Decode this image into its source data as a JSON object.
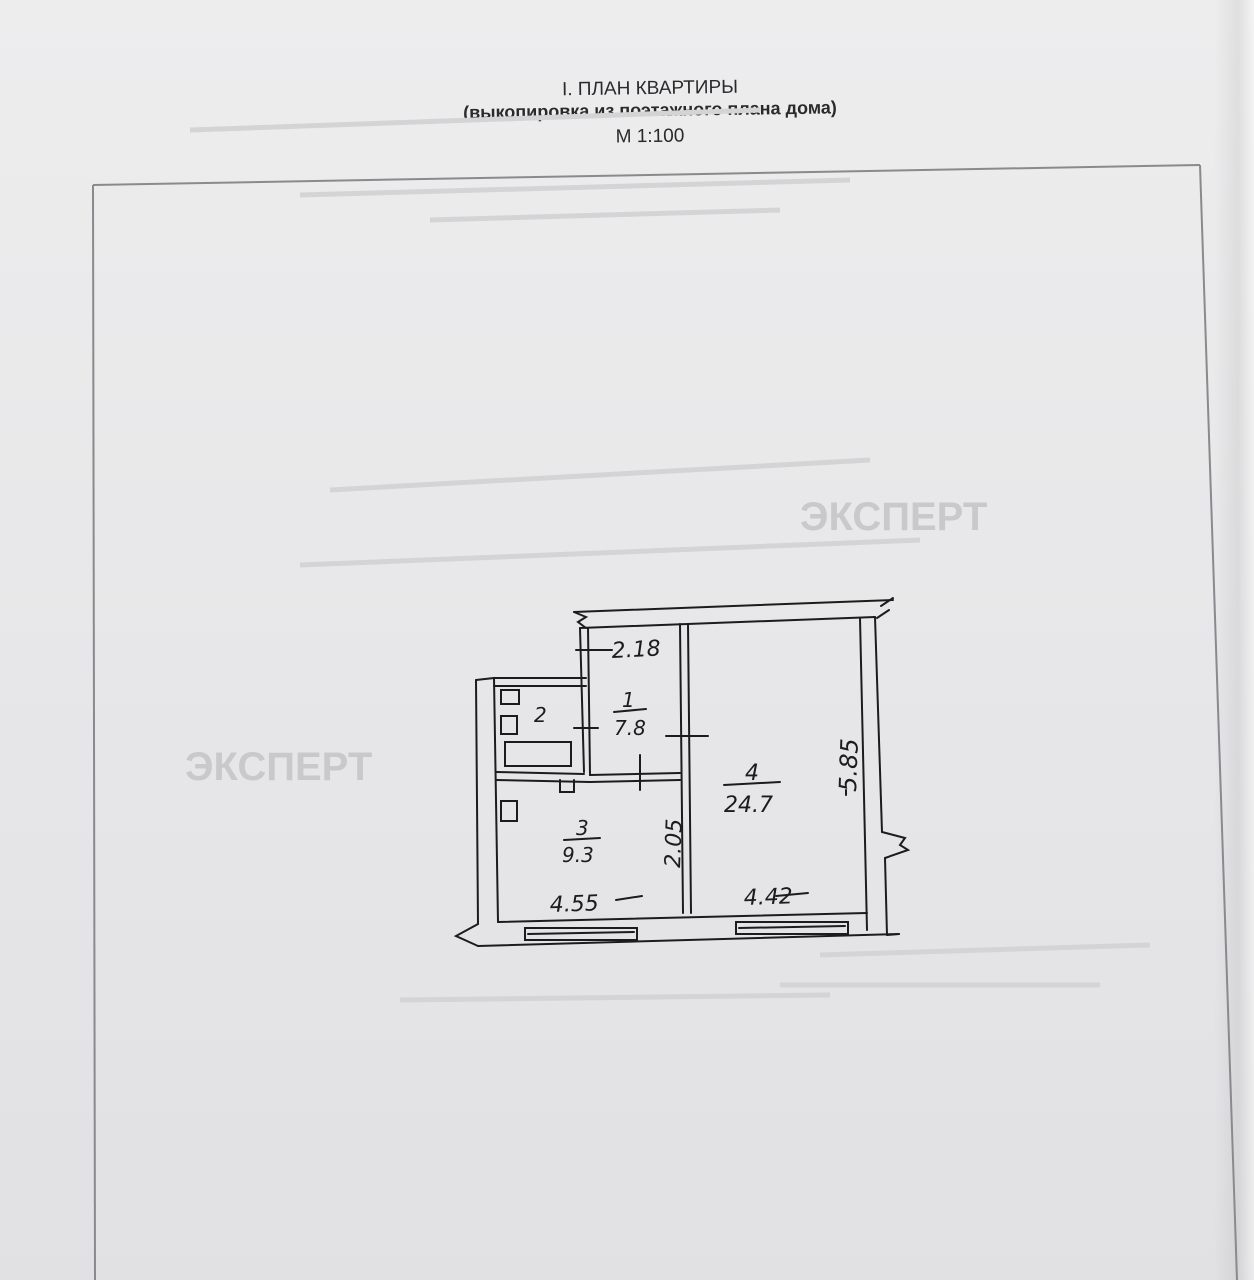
{
  "header": {
    "title": "I. ПЛАН КВАРТИРЫ",
    "subtitle": "(выкопировка из поэтажного плана дома)",
    "scale": "М 1:100"
  },
  "rooms": [
    {
      "number": "1",
      "area": "7.8"
    },
    {
      "number": "2",
      "area": ""
    },
    {
      "number": "3",
      "area": "9.3"
    },
    {
      "number": "4",
      "area": "24.7"
    }
  ],
  "dimensions": {
    "corridor_width": "2.18",
    "kitchen_height": "2.05",
    "kitchen_width": "4.55",
    "room_width": "4.42",
    "room_height": "5.85"
  },
  "watermark": {
    "text_1": "ЭКСПЕРТ",
    "text_2": "ЭКСПЕРТ"
  },
  "colors": {
    "paper": "#e9e9ea",
    "ink": "#1c1c1e",
    "frame": "#8a8a8e"
  }
}
